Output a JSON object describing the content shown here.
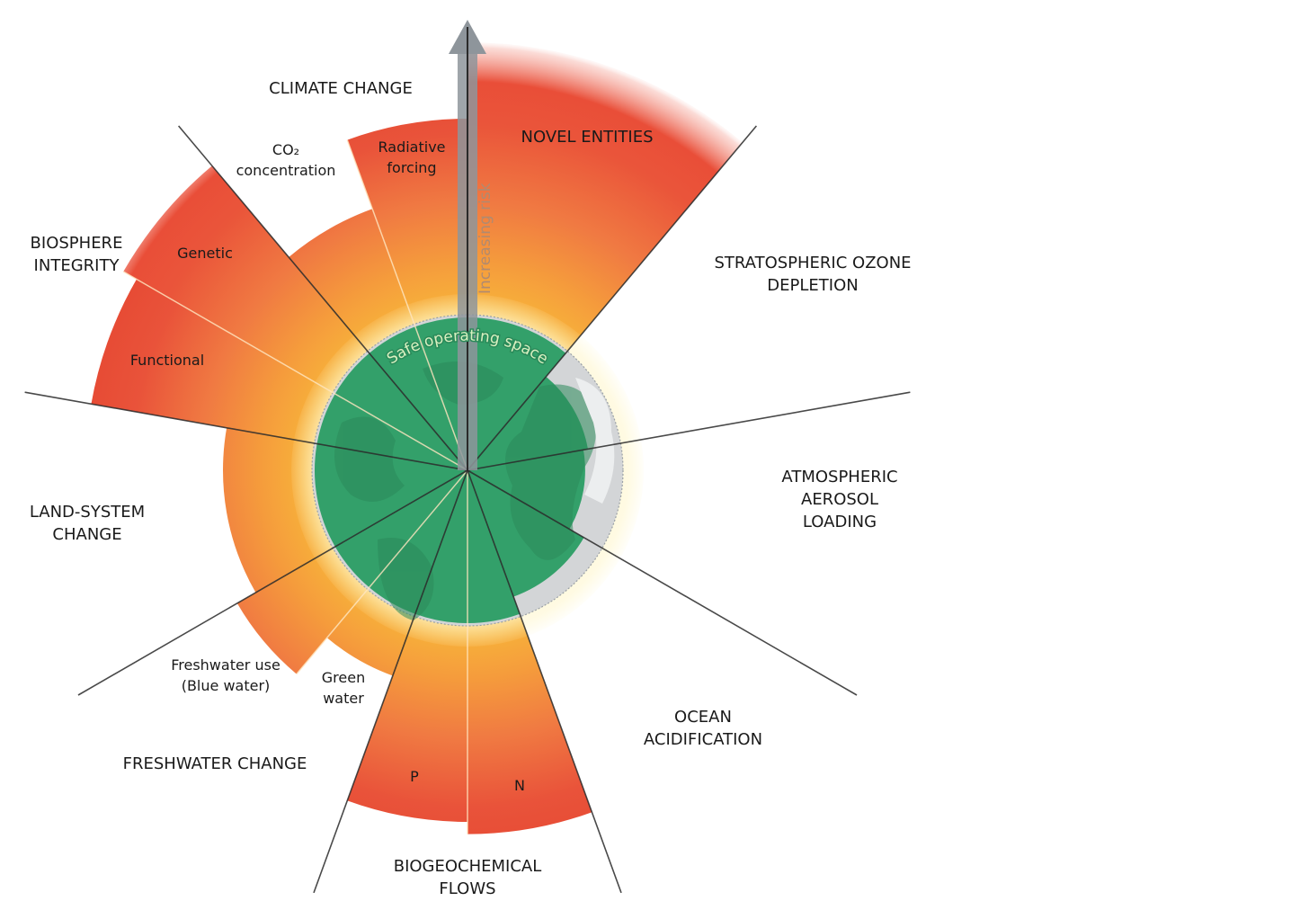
{
  "title_note": "Safe operating space",
  "axis_label": "Increasing risk",
  "colors": {
    "safe": "#33a06a",
    "safe_dark": "#2a8a5a",
    "zone_yellow": "#f7b13a",
    "zone_orange": "#ef7840",
    "zone_red": "#e4432f",
    "not_quantified": "#d3d5d7",
    "divider": "#2a2a2a"
  },
  "boundaries": [
    {
      "name": "CLIMATE CHANGE",
      "subs": [
        {
          "label": "CO₂\nconcentration",
          "level": 1.82
        },
        {
          "label": "Radiative\nforcing",
          "level": 2.3
        }
      ]
    },
    {
      "name": "NOVEL ENTITIES",
      "level": 2.8
    },
    {
      "name": "STRATOSPHERIC OZONE\nDEPLETION",
      "level": 0.8
    },
    {
      "name": "ATMOSPHERIC\nAEROSOL\nLOADING",
      "level": 0.77
    },
    {
      "name": "OCEAN\nACIDIFICATION",
      "level": 0.88
    },
    {
      "name": "BIOGEOCHEMICAL\nFLOWS",
      "subs": [
        {
          "label": "N",
          "level": 2.38
        },
        {
          "label": "P",
          "level": 2.3
        }
      ]
    },
    {
      "name": "FRESHWATER CHANGE",
      "subs": [
        {
          "label": "Green\nwater",
          "level": 1.43
        },
        {
          "label": "Freshwater use\n(Blue water)",
          "level": 1.74
        }
      ]
    },
    {
      "name": "LAND-SYSTEM\nCHANGE",
      "level": 1.6
    },
    {
      "name": "BIOSPHERE\nINTEGRITY",
      "subs": [
        {
          "label": "Functional",
          "level": 2.5
        },
        {
          "label": "Genetic",
          "level": 2.6
        }
      ]
    }
  ]
}
